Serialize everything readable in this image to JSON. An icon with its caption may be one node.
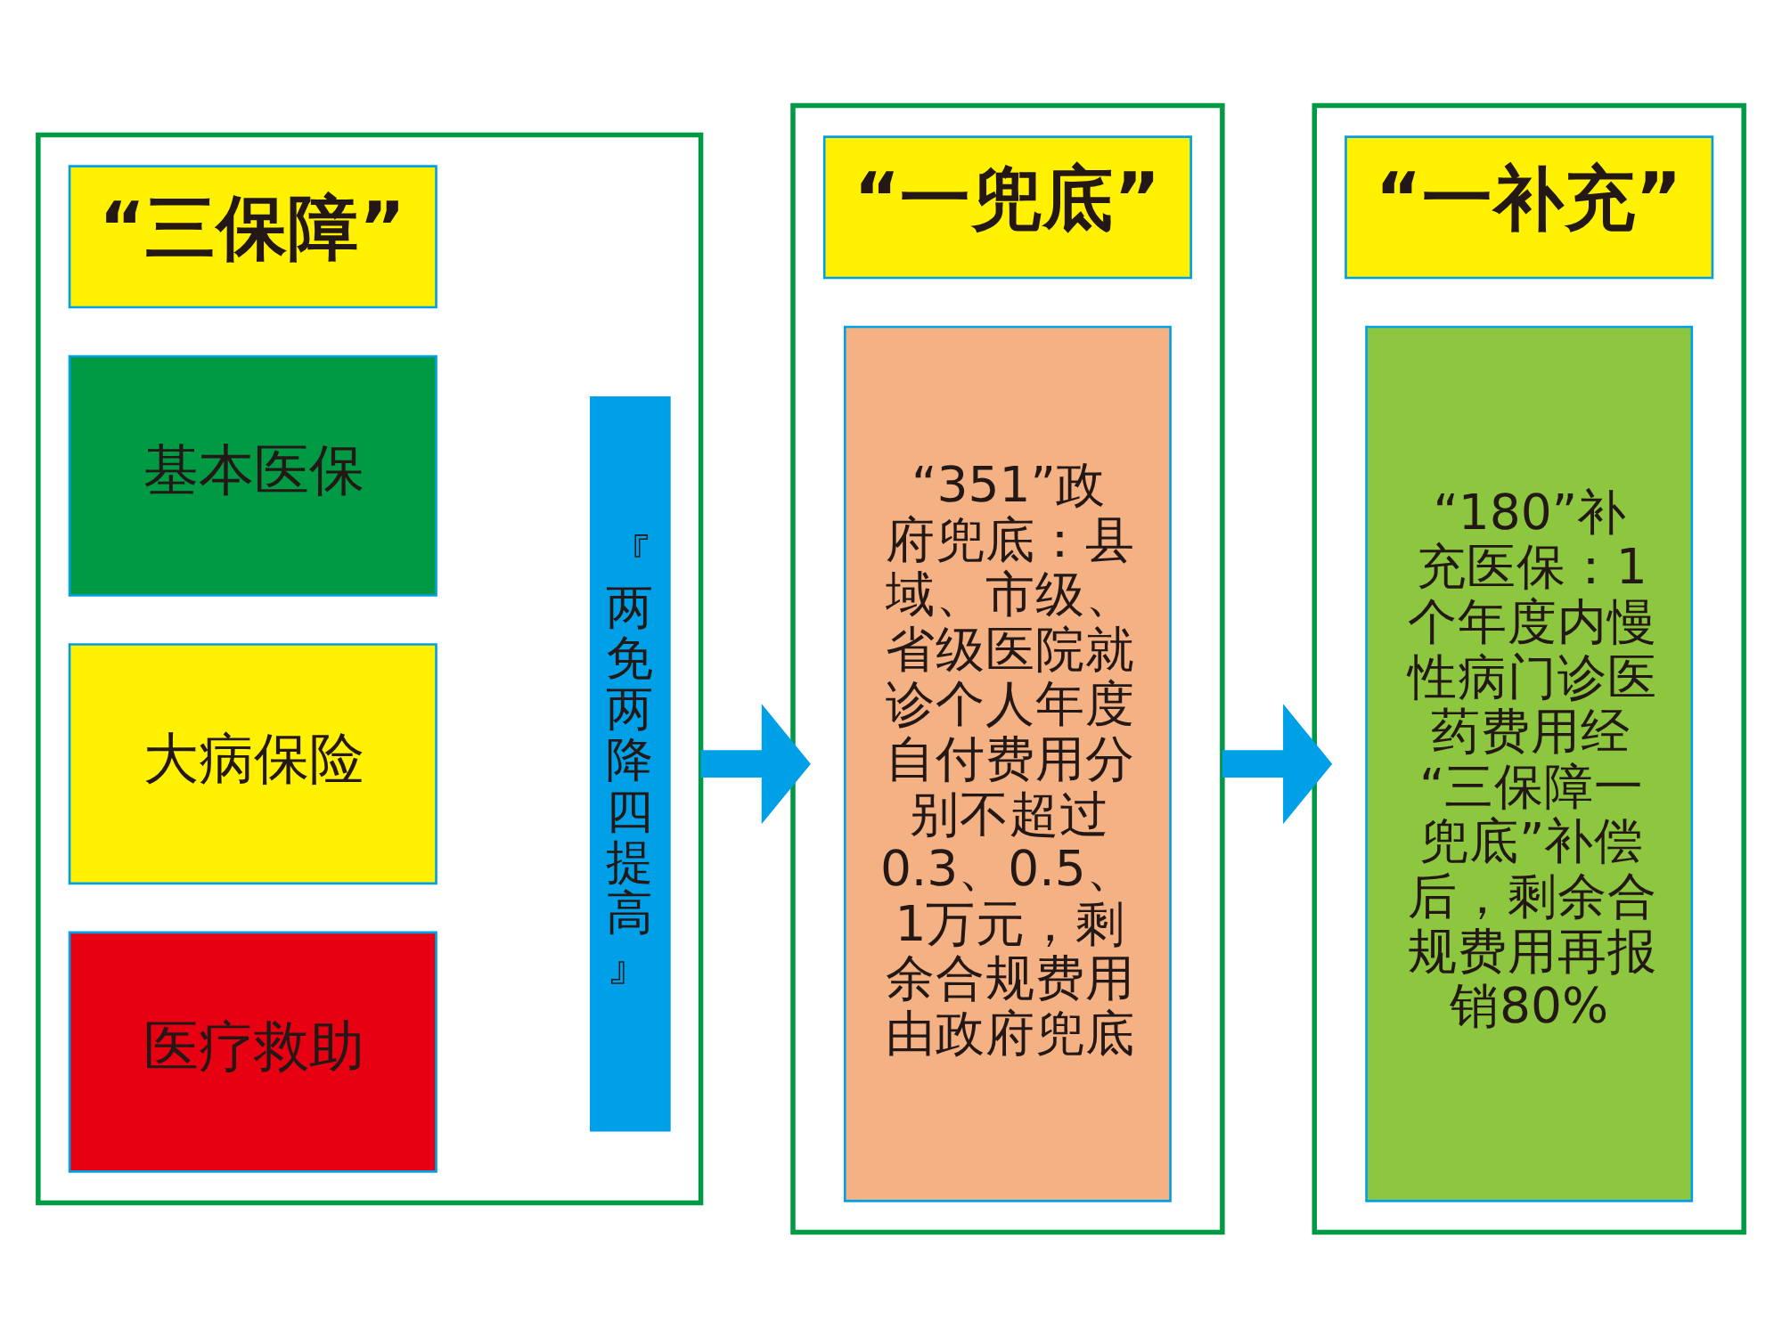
{
  "diagram": {
    "nodes": [
      {
        "text": [],
        "shape": "box"
      },
      {
        "text": [
          "“三保障”"
        ],
        "in": 0
      },
      {
        "text": [
          "基本医保"
        ],
        "in": 0
      },
      {
        "text": [
          "大病保险"
        ],
        "in": 0
      },
      {
        "text": [
          "医疗救助"
        ],
        "in": 0
      },
      {
        "text": [
          "『两免两降四提高』"
        ],
        "in": 0
      },
      {
        "text": [],
        "shape": "box"
      },
      {
        "text": [
          "“一兜底”"
        ],
        "in": 6
      },
      {
        "text": [
          "“351”政府兜底：县域、市级、省级医院就诊个人年度自付费用分别不超过0.3、0.5、1万元，剩余合规费用由政府兜底"
        ],
        "in": 6
      },
      {
        "text": [],
        "shape": "box"
      },
      {
        "text": [
          "“一补充”"
        ],
        "in": 9
      },
      {
        "text": [
          "“180”补充医保：1个年度内慢性病门诊医药费用经“三保障一兜底”补偿后，剩余合规费用再报销80%"
        ],
        "in": 9
      }
    ],
    "edges": [
      {
        "from": 0,
        "to": 6,
        "arrow": "to"
      },
      {
        "from": 6,
        "to": 9,
        "arrow": "to"
      }
    ]
  }
}
